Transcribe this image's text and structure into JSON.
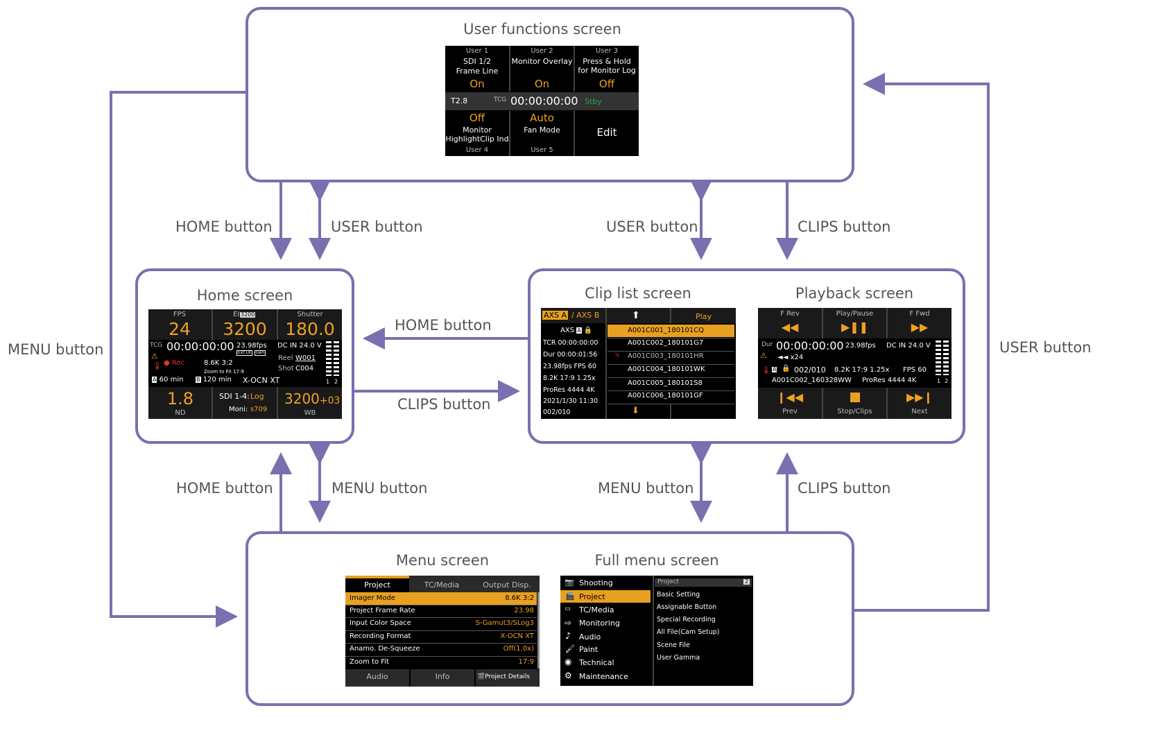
{
  "user_screen": {
    "title": "User functions screen",
    "u1": {
      "head": "User 1",
      "l1": "SDI 1/2",
      "l2": "Frame Line",
      "val": "On"
    },
    "u2": {
      "head": "User 2",
      "l1": "Monitor Overlay",
      "val": "On"
    },
    "u3": {
      "head": "User 3",
      "l1": "Press & Hold",
      "l2": "for Monitor Log",
      "val": "Off"
    },
    "status": {
      "t": "T2.8",
      "tcg": "TCG",
      "tc": "00:00:00:00",
      "state": "Stby"
    },
    "u4": {
      "val": "Off",
      "l1": "Monitor",
      "l2": "HighlightClip Ind",
      "foot": "User 4"
    },
    "u5": {
      "val": "Auto",
      "l1": "Fan Mode",
      "foot": "User 5"
    },
    "edit": "Edit"
  },
  "home_screen": {
    "title": "Home screen",
    "fps_label": "FPS",
    "fps": "24",
    "ei_label": "EI",
    "ei_badge": "3200",
    "ei": "3200",
    "shutter_label": "Shutter",
    "shutter": "180.0",
    "tcg": "TCG",
    "tc": "00:00:00:00",
    "rate": "23.98fps",
    "tag1": "Ext LK",
    "tag2": "Gen",
    "dcin": "DC IN 24.0 V",
    "rec": "Rec",
    "format": "8.6K 3:2",
    "zoom": "Zoom to Fit 17:9",
    "reel_label": "Reel",
    "reel": "W001",
    "shot_label": "Shot",
    "shot": "C004",
    "media_a": "60 min",
    "media_b": "120 min",
    "codec": "X-OCN XT",
    "ch1": "1",
    "ch2": "2",
    "nd": "1.8",
    "nd_label": "ND",
    "sdi_label": "SDI 1-4:",
    "sdi": "Log",
    "moni_label": "Moni:",
    "moni": "s709",
    "wb": "3200",
    "wb_tint": "+03",
    "wb_label": "WB"
  },
  "clip_screen": {
    "title": "Clip list screen",
    "tab_a": "AXS A",
    "tab_b": "/ AXS B",
    "play": "Play",
    "drive": "AXS",
    "drive_badge": "A",
    "info": [
      "TCR 00:00:00:00",
      "Dur 00:00:01:56",
      "23.98fps FPS 60",
      "8.2K 17:9 1.25x",
      "ProRes 4444 4K",
      "2021/1/30 11:30",
      "002/010"
    ],
    "clips": [
      "A001C001_180101CQ",
      "A001C002_180101G7",
      "A001C003_180101HR",
      "A001C004_180101WK",
      "A001C005_180101S8",
      "A001C006_180101GF"
    ]
  },
  "playback_screen": {
    "title": "Playback screen",
    "frev": "F Rev",
    "playpause": "Play/Pause",
    "ffwd": "F Fwd",
    "dur_label": "Dur",
    "tc": "00:00:00:00",
    "rate": "23.98fps",
    "dcin": "DC IN 24.0 V",
    "speed": "◄◄ x24",
    "badge": "A",
    "count": "002/010",
    "format": "8.2K 17:9 1.25x",
    "fps": "FPS 60",
    "clip": "A001C002_160328WW",
    "codec": "ProRes 4444 4K",
    "ch1": "1",
    "ch2": "2",
    "prev": "Prev",
    "stop": "Stop/Clips",
    "next": "Next"
  },
  "menu_screen": {
    "title": "Menu screen",
    "tabs": [
      "Project",
      "TC/Media",
      "Output Disp."
    ],
    "rows": [
      {
        "k": "Imager Mode",
        "v": "8.6K 3:2"
      },
      {
        "k": "Project Frame Rate",
        "v": "23.98"
      },
      {
        "k": "Input Color Space",
        "v": "S-Gamut3/SLog3"
      },
      {
        "k": "Recording Format",
        "v": "X-OCN XT"
      },
      {
        "k": "Anamo. De-Squeeze",
        "v": "Off(1.0x)"
      },
      {
        "k": "Zoom to Fit",
        "v": "17:9"
      }
    ],
    "bottom": [
      "Audio",
      "Info",
      "Project Details"
    ]
  },
  "full_menu_screen": {
    "title": "Full menu screen",
    "items": [
      "Shooting",
      "Project",
      "TC/Media",
      "Monitoring",
      "Audio",
      "Paint",
      "Technical",
      "Maintenance"
    ],
    "panel_title": "Project",
    "panel_page": "2",
    "sub": [
      "Basic Setting",
      "Assignable Button",
      "Special Recording",
      "All File(Cam Setup)",
      "Scene File",
      "User Gamma"
    ]
  },
  "arrows": {
    "user_to_home_home": "HOME button",
    "home_to_user_user": "USER button",
    "clip_user": "USER button",
    "clip_clips": "CLIPS button",
    "home_from_clip": "HOME button",
    "home_to_clip": "CLIPS button",
    "menu_home": "HOME button",
    "menu_menu": "MENU button",
    "clip_menu": "MENU button",
    "clip_clips_bottom": "CLIPS button",
    "menu_left": "MENU button",
    "user_right": "USER button"
  }
}
